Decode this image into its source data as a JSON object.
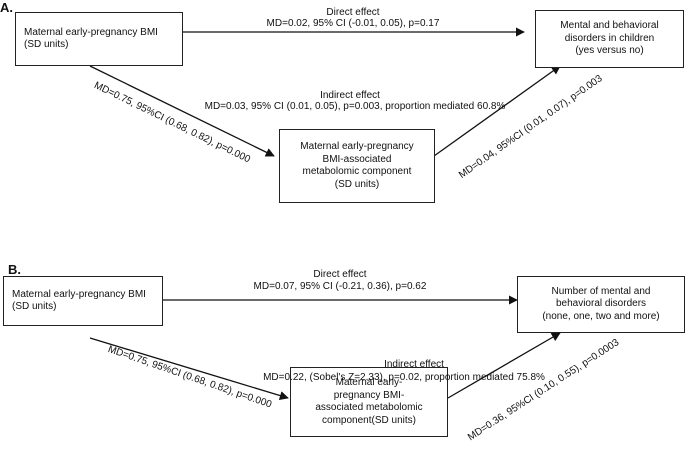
{
  "panelA": {
    "label": "A.",
    "exposure": [
      "Maternal early-pregnancy BMI",
      "(SD units)"
    ],
    "outcome": [
      "Mental and behavioral",
      "disorders in children",
      "(yes versus no)"
    ],
    "mediator": [
      "Maternal early-pregnancy",
      "BMI-associated",
      "metabolomic component",
      "(SD units)"
    ],
    "direct_title": "Direct effect",
    "direct_value": "MD=0.02, 95% CI (-0.01, 0.05), p=0.17",
    "indirect_title": "Indirect  effect",
    "indirect_value": "MD=0.03, 95% CI (0.01, 0.05), p=0.003, proportion mediated 60.8%",
    "path_a": "MD=0.75, 95%CI (0.68, 0.82), p=0.000",
    "path_b": "MD=0.04, 95%CI (0.01, 0.07), p=0.003"
  },
  "panelB": {
    "label": "B.",
    "exposure": [
      "Maternal early-pregnancy BMI",
      "(SD units)"
    ],
    "outcome": [
      "Number of mental and",
      "behavioral disorders",
      "(none, one, two and more)"
    ],
    "mediator": [
      "Maternal early-",
      "pregnancy BMI-",
      "associated metabolomic",
      "component(SD units)"
    ],
    "direct_title": "Direct effect",
    "direct_value": "MD=0.07, 95% CI (-0.21, 0.36), p=0.62",
    "indirect_title": "Indirect  effect",
    "indirect_value": "MD=0.22, (Sobel's Z=2.33), p=0.02, proportion mediated 75.8%",
    "path_a": "MD=0.75, 95%CI (0.68, 0.82), p=0.000",
    "path_b": "MD=0.36, 95%CI (0.10, 0.55), p=0.0003"
  }
}
